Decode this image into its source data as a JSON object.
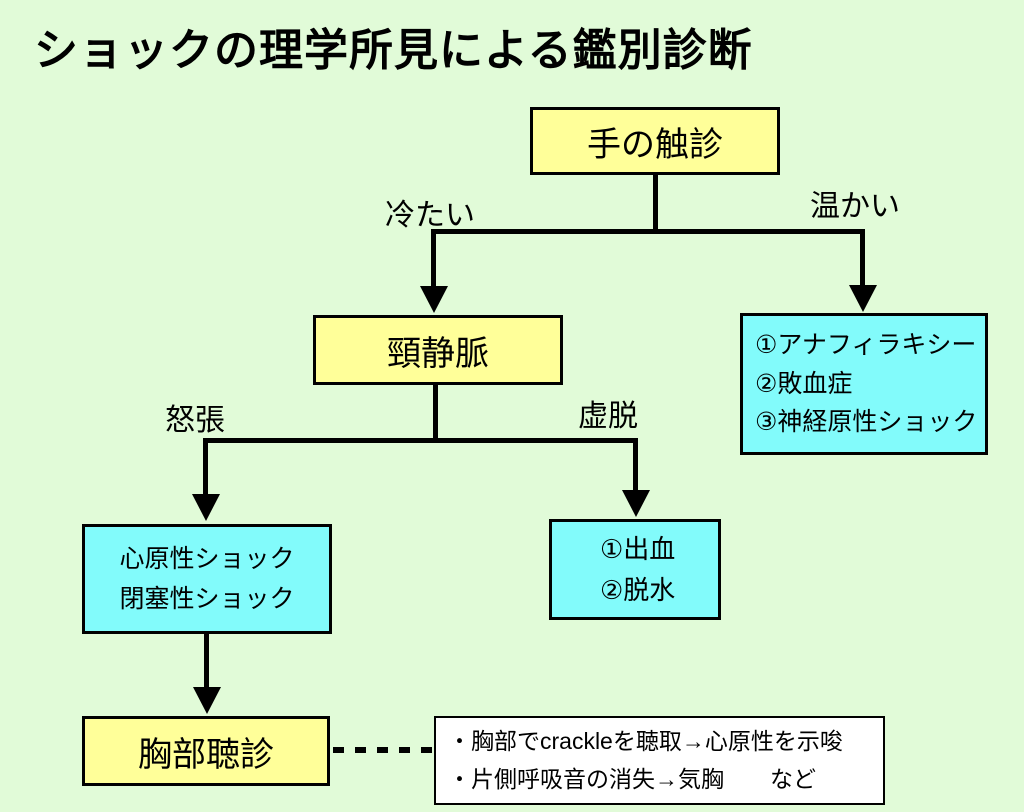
{
  "title": "ショックの理学所見による鑑別診断",
  "colors": {
    "background": "#e1fbd8",
    "node_yellow": "#ffff99",
    "node_cyan": "#82fbfb",
    "line": "#000000",
    "note_background": "#ffffff"
  },
  "flowchart": {
    "nodes": {
      "hand_palpation": {
        "label": "手の触診",
        "fill": "#ffff99"
      },
      "jugular_vein": {
        "label": "頸静脈",
        "fill": "#ffff99"
      },
      "warm_causes": {
        "fill": "#82fbfb",
        "lines": [
          "①アナフィラキシー",
          "②敗血症",
          "③神経原性ショック"
        ]
      },
      "cardiogenic_obstructive": {
        "fill": "#82fbfb",
        "lines": [
          "心原性ショック",
          "閉塞性ショック"
        ]
      },
      "hemorrhage_dehydration": {
        "fill": "#82fbfb",
        "lines": [
          "①出血",
          "②脱水"
        ]
      },
      "chest_auscultation": {
        "label": "胸部聴診",
        "fill": "#ffff99"
      }
    },
    "edge_labels": {
      "cold": "冷たい",
      "warm": "温かい",
      "distension": "怒張",
      "collapse": "虚脱"
    },
    "note": {
      "lines": [
        "・胸部でcrackleを聴取→心原性を示唆",
        "・片側呼吸音の消失→気胸　　など"
      ]
    }
  }
}
